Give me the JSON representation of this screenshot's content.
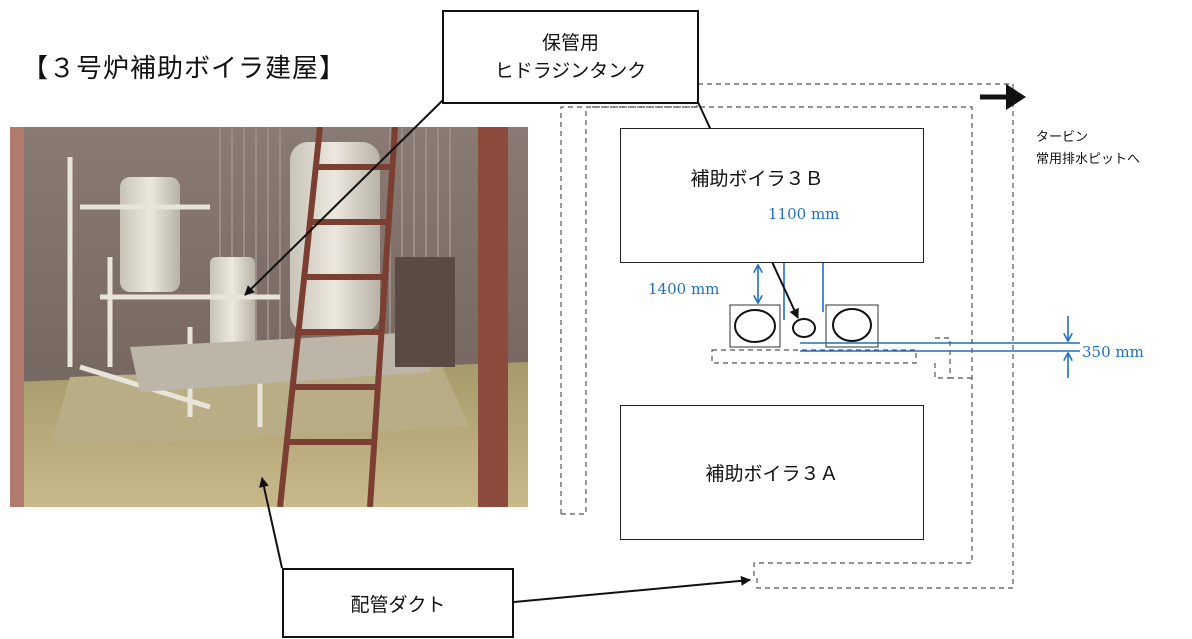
{
  "title": "【３号炉補助ボイラ建屋】",
  "callouts": {
    "hydrazine_tank": [
      "保管用",
      "ヒドラジンタンク"
    ],
    "pipe_duct": "配管ダクト"
  },
  "boilers": {
    "b3": "補助ボイラ３Ｂ",
    "a3": "補助ボイラ３Ａ"
  },
  "dimensions": {
    "width_gap": "1100 mm",
    "height_gap": "1400 mm",
    "duct_depth": "350 mm"
  },
  "turbine_note": [
    "タービン",
    "常用排水ピットへ"
  ],
  "colors": {
    "dimension": "#1f6fbf",
    "line": "#111111",
    "dashed": "#555555"
  }
}
